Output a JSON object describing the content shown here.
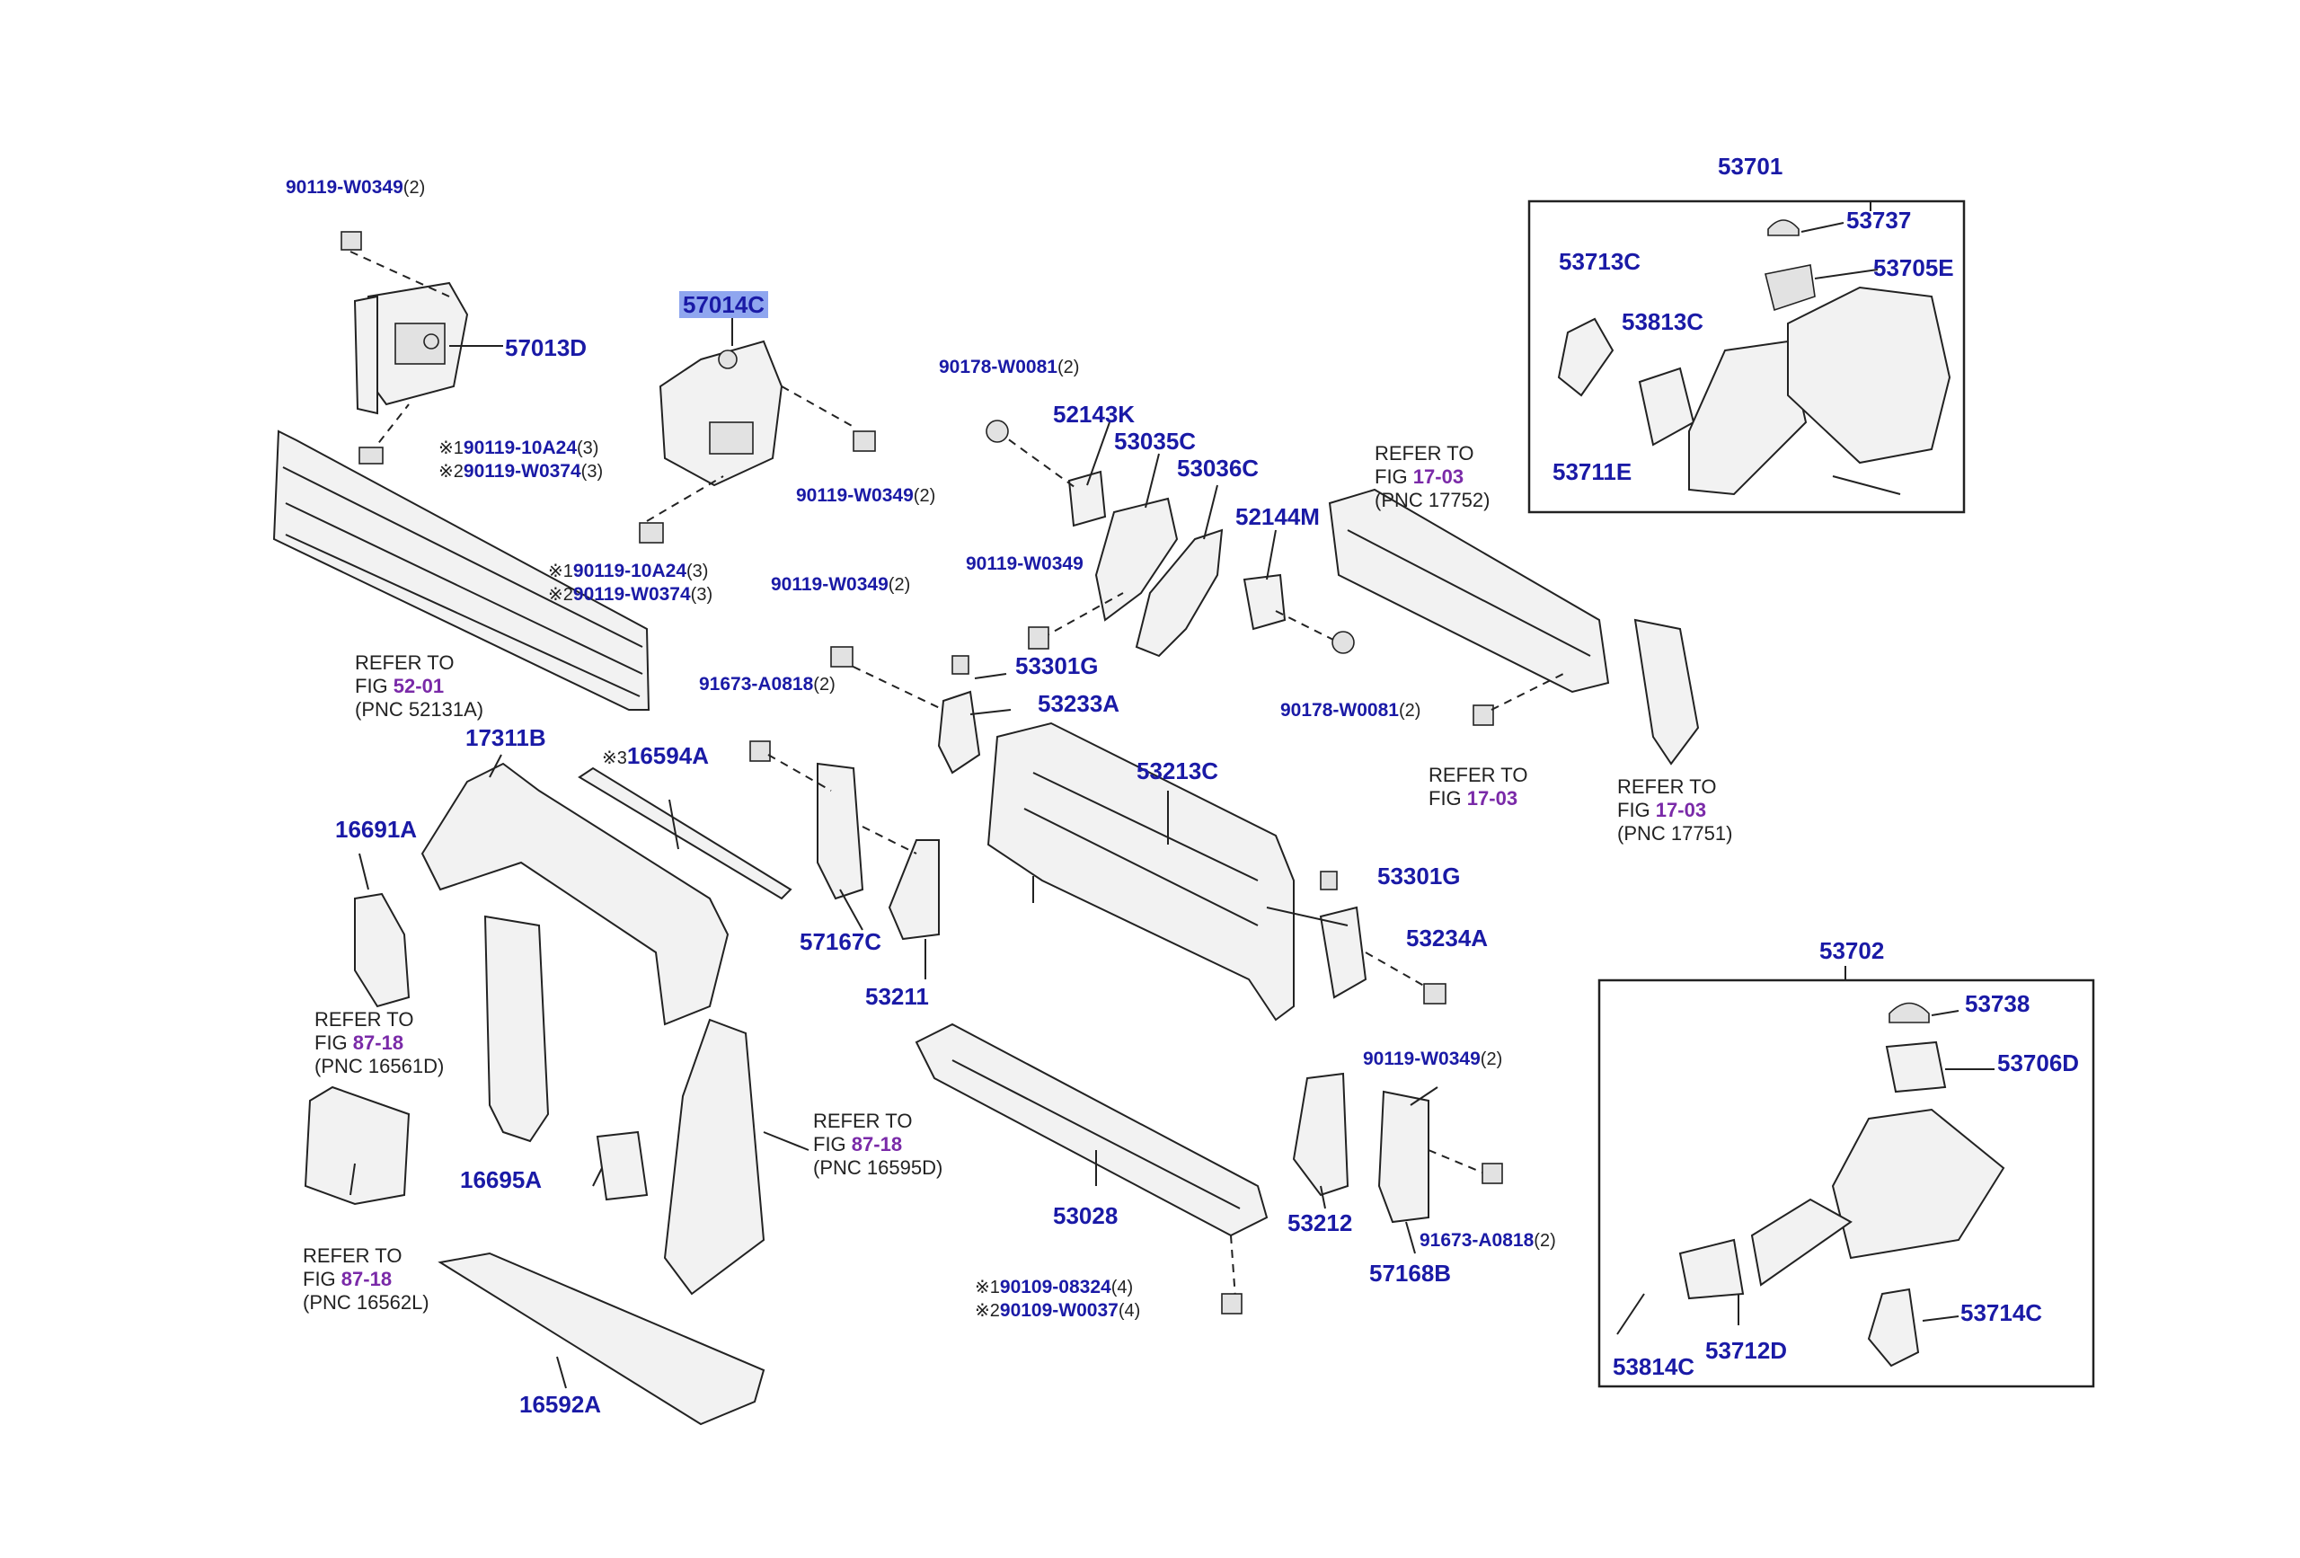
{
  "labels": {
    "b1_bolt_top": {
      "num": "90119-W0349",
      "qty": "(2)"
    },
    "p57013D": {
      "num": "57013D"
    },
    "b1_bolt_a": {
      "mark": "※1",
      "num": "90119-10A24",
      "qty": "(3)"
    },
    "b1_bolt_b": {
      "mark": "※2",
      "num": "90119-W0374",
      "qty": "(3)"
    },
    "b2_bolt_a": {
      "mark": "※1",
      "num": "90119-10A24",
      "qty": "(3)"
    },
    "b2_bolt_b": {
      "mark": "※2",
      "num": "90119-W0374",
      "qty": "(3)"
    },
    "p57014C": {
      "num": "57014C"
    },
    "b3_bolt": {
      "num": "90119-W0349",
      "qty": "(2)"
    },
    "nut_90178_top": {
      "num": "90178-W0081",
      "qty": "(2)"
    },
    "p52143K": {
      "num": "52143K"
    },
    "p53035C": {
      "num": "53035C"
    },
    "p53036C": {
      "num": "53036C"
    },
    "p52144M": {
      "num": "52144M"
    },
    "bolt_90119_w0349_mid": {
      "num": "90119-W0349"
    },
    "bolt_90119_w0349_left": {
      "num": "90119-W0349",
      "qty": "(2)"
    },
    "p53301G_top": {
      "num": "53301G"
    },
    "p53233A": {
      "num": "53233A"
    },
    "bolt_91673_left": {
      "num": "91673-A0818",
      "qty": "(2)"
    },
    "p53213C": {
      "num": "53213C"
    },
    "nut_90178_right": {
      "num": "90178-W0081",
      "qty": "(2)"
    },
    "p17311B": {
      "num": "17311B"
    },
    "p16594A": {
      "mark": "※3",
      "num": "16594A"
    },
    "p16691A": {
      "num": "16691A"
    },
    "p57167C": {
      "num": "57167C"
    },
    "p53211": {
      "num": "53211"
    },
    "p53301G_bot": {
      "num": "53301G"
    },
    "p53234A": {
      "num": "53234A"
    },
    "bolt_90119_w0349_right": {
      "num": "90119-W0349",
      "qty": "(2)"
    },
    "p16695A": {
      "num": "16695A"
    },
    "p53028": {
      "num": "53028"
    },
    "p53212": {
      "num": "53212"
    },
    "bolt_91673_right": {
      "num": "91673-A0818",
      "qty": "(2)"
    },
    "p57168B": {
      "num": "57168B"
    },
    "bolt_90109_a": {
      "mark": "※1",
      "num": "90109-08324",
      "qty": "(4)"
    },
    "bolt_90109_b": {
      "mark": "※2",
      "num": "90109-W0037",
      "qty": "(4)"
    },
    "p16592A": {
      "num": "16592A"
    },
    "p53701": {
      "num": "53701"
    },
    "p53737": {
      "num": "53737"
    },
    "p53713C": {
      "num": "53713C"
    },
    "p53705E": {
      "num": "53705E"
    },
    "p53813C": {
      "num": "53813C"
    },
    "p53711E": {
      "num": "53711E"
    },
    "p53702": {
      "num": "53702"
    },
    "p53738": {
      "num": "53738"
    },
    "p53706D": {
      "num": "53706D"
    },
    "p53714C": {
      "num": "53714C"
    },
    "p53814C": {
      "num": "53814C"
    },
    "p53712D": {
      "num": "53712D"
    }
  },
  "refs": {
    "r52131A": {
      "l1": "REFER TO",
      "fig_prefix": "FIG ",
      "fig": "52-01",
      "pnc": "(PNC 52131A)"
    },
    "r17752": {
      "l1": "REFER TO",
      "fig_prefix": "FIG ",
      "fig": "17-03",
      "pnc": "(PNC 17752)"
    },
    "r17_03_mid": {
      "l1": "REFER TO",
      "fig_prefix": "FIG ",
      "fig": "17-03"
    },
    "r17751": {
      "l1": "REFER TO",
      "fig_prefix": "FIG ",
      "fig": "17-03",
      "pnc": "(PNC 17751)"
    },
    "r16561D": {
      "l1": "REFER TO",
      "fig_prefix": "FIG ",
      "fig": "87-18",
      "pnc": "(PNC 16561D)"
    },
    "r16595D": {
      "l1": "REFER TO",
      "fig_prefix": "FIG ",
      "fig": "87-18",
      "pnc": "(PNC 16595D)"
    },
    "r16562L": {
      "l1": "REFER TO",
      "fig_prefix": "FIG ",
      "fig": "87-18",
      "pnc": "(PNC 16562L)"
    }
  },
  "colors": {
    "part_number": "#1a1aa6",
    "figure_ref": "#7a2aa8",
    "highlight": "#8fa6ef"
  }
}
